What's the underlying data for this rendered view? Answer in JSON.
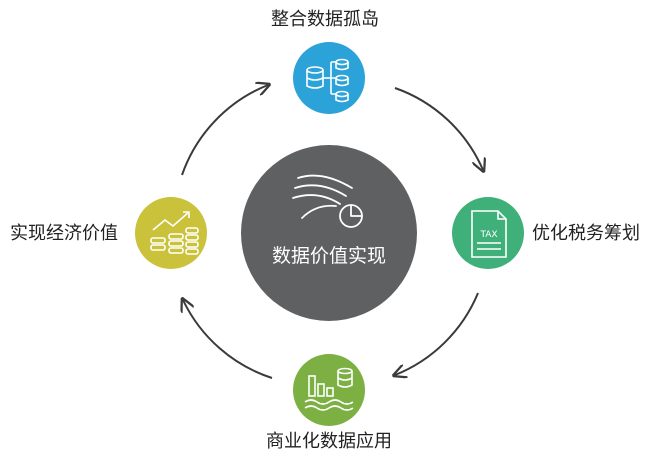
{
  "center": {
    "title": "数据价值实现",
    "color": "#5f6062",
    "icon": "data-flow-chart-icon"
  },
  "nodes": {
    "top": {
      "label": "整合数据孤岛",
      "color": "#2ba2d8",
      "icon": "database-network-icon"
    },
    "right": {
      "label": "优化税务筹划",
      "color": "#3fb07a",
      "icon": "tax-document-icon"
    },
    "bottom": {
      "label": "商业化数据应用",
      "color": "#7cb043",
      "icon": "bar-chart-database-icon"
    },
    "left": {
      "label": "实现经济价值",
      "color": "#c9c23a",
      "icon": "coins-growth-icon"
    }
  },
  "arrow_color": "#3a3a3a"
}
